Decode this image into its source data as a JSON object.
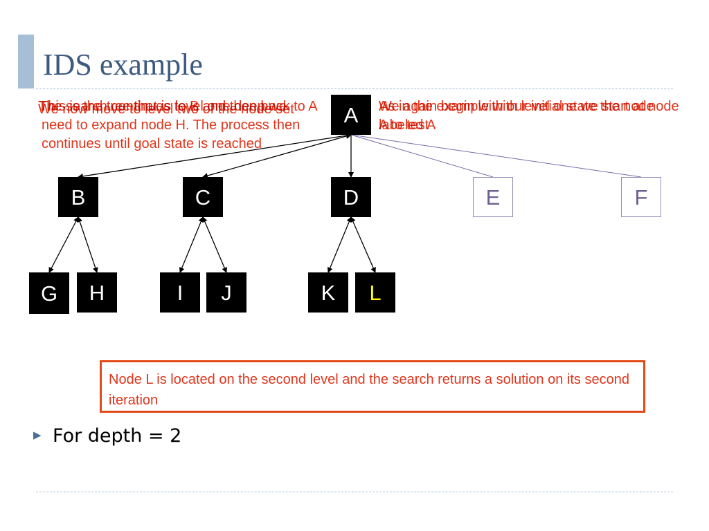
{
  "slide": {
    "title": "IDS example",
    "bullet": "For depth = 2"
  },
  "tree": {
    "nodes": [
      {
        "id": "A",
        "label": "A",
        "style": "dark"
      },
      {
        "id": "B",
        "label": "B",
        "style": "dark"
      },
      {
        "id": "C",
        "label": "C",
        "style": "dark"
      },
      {
        "id": "D",
        "label": "D",
        "style": "dark"
      },
      {
        "id": "E",
        "label": "E",
        "style": "light"
      },
      {
        "id": "F",
        "label": "F",
        "style": "light"
      },
      {
        "id": "G",
        "label": "G",
        "style": "dark"
      },
      {
        "id": "H",
        "label": "H",
        "style": "dark"
      },
      {
        "id": "I",
        "label": "I",
        "style": "dark"
      },
      {
        "id": "J",
        "label": "J",
        "style": "dark"
      },
      {
        "id": "K",
        "label": "K",
        "style": "dark"
      },
      {
        "id": "L",
        "label": "L",
        "style": "dark-goal"
      }
    ],
    "edges": [
      {
        "from": "A",
        "to": "B",
        "style": "arrow-both"
      },
      {
        "from": "A",
        "to": "C",
        "style": "arrow-both"
      },
      {
        "from": "A",
        "to": "D",
        "style": "arrow-child"
      },
      {
        "from": "A",
        "to": "E",
        "style": "plain"
      },
      {
        "from": "A",
        "to": "F",
        "style": "plain"
      },
      {
        "from": "B",
        "to": "G",
        "style": "arrow-both"
      },
      {
        "from": "B",
        "to": "H",
        "style": "arrow-both"
      },
      {
        "from": "C",
        "to": "I",
        "style": "arrow-both"
      },
      {
        "from": "C",
        "to": "J",
        "style": "arrow-both"
      },
      {
        "from": "D",
        "to": "K",
        "style": "arrow-both"
      },
      {
        "from": "D",
        "to": "L",
        "style": "arrow-both"
      }
    ]
  },
  "notes_left": [
    "This is the tree that is level one deep we need to expand node H. The process then continues until goal state is reached",
    "We now move to level two of the node set",
    "The search continues to B and then back to A"
  ],
  "notes_right": [
    "We again begin with our initial state the node labeled A",
    "As in the example with level one we start at node A to test"
  ],
  "result_text": "Node L is located on the second level and the search returns a solution on its second iteration",
  "colors": {
    "title": "#3d5a80",
    "accent_bar": "#a7bfd6",
    "note_text": "#e0341b",
    "result_border": "#e14a16",
    "light_node_border": "#9489b6",
    "goal_label": "#ffff00"
  }
}
